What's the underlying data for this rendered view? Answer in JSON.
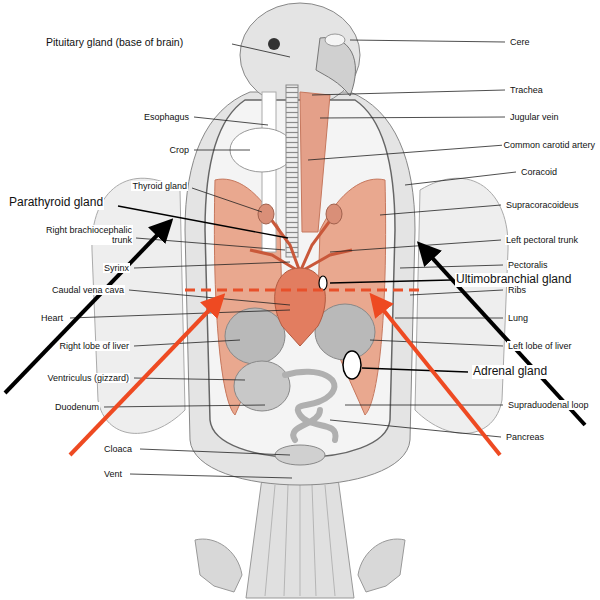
{
  "diagram": {
    "labels": [
      "Pituitary gland (base of brain)",
      "Cere",
      "Trachea",
      "Esophagus",
      "Jugular vein",
      "Crop",
      "Common carotid artery",
      "Coracoid",
      "Thyroid gland",
      "Parathyroid gland",
      "Supracoracoideus",
      "Right brachiocephalic trunk",
      "Left pectoral trunk",
      "Syrinx",
      "Pectoralis",
      "Ultimobranchial gland",
      "Caudal vena cava",
      "Ribs",
      "Heart",
      "Lung",
      "Right lobe of liver",
      "Left lobe of liver",
      "Ventriculus (gizzard)",
      "Adrenal gland",
      "Duodenum",
      "Supraduodenal loop",
      "Pancreas",
      "Cloaca",
      "Vent"
    ]
  }
}
